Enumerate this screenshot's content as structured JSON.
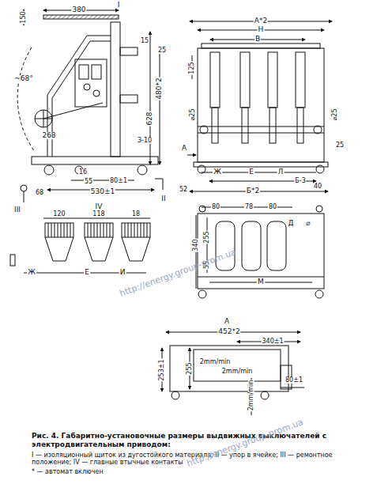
{
  "diagram": {
    "caption": "Рис. 4. Габаритно-установочные размеры выдвижных выключателей с электродвигательным приводом:",
    "labels": [
      "380",
      "I",
      "150",
      "15",
      "25",
      "~68°",
      "628",
      "480*2",
      "268",
      "3-10",
      "16",
      "55",
      "80±1",
      "530±1",
      "68",
      "III",
      "II",
      "A",
      "125",
      "A*2",
      "H",
      "В",
      "⌀25",
      "⌀25",
      "25",
      "Ж",
      "Е",
      "Л",
      "Б-3",
      "52",
      "Б*2",
      "40",
      "IV",
      "120",
      "118",
      "18",
      "Ж",
      "Е",
      "И",
      "80",
      "78",
      "80",
      "Д",
      "⌀",
      "340",
      "255",
      "55",
      "М",
      "А",
      "452*2",
      "340±1",
      "253±1",
      "255",
      "2mm/min",
      "2mm/min",
      "2mm/min",
      "80±1",
      "I — изоляционный щиток из дугостойкого материала; II — упор в ячейке; III — ремонтное положение; IV — главные втычные контакты",
      "* — автомат включен",
      "http://energy.group-prom.ua",
      "http://energy.group-prom.ua"
    ]
  }
}
